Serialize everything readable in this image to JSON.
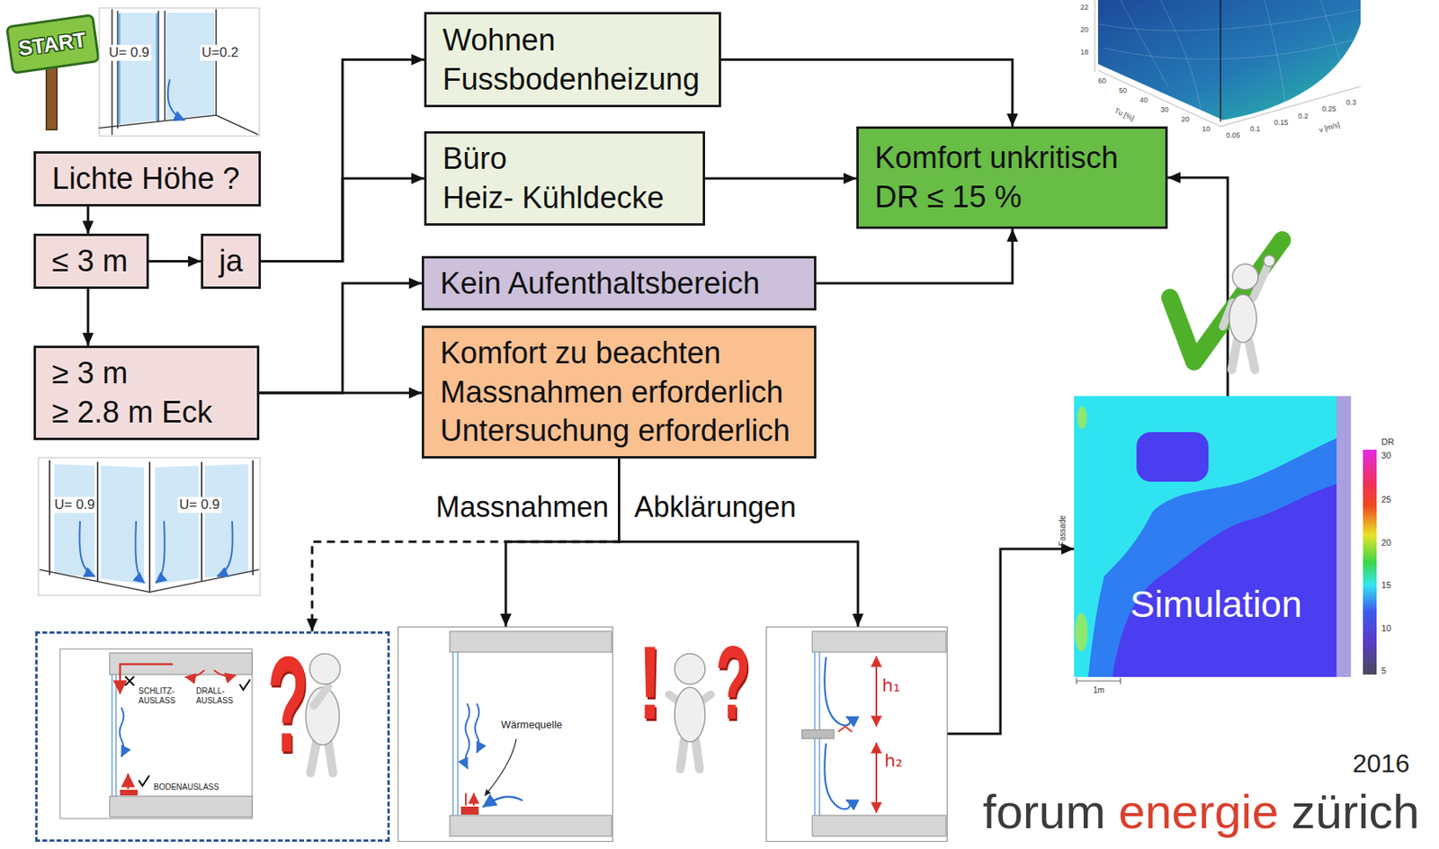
{
  "diagram": {
    "nodes": [
      {
        "text": [
          "Lichte Höhe ?"
        ]
      },
      {
        "text": [
          "≤ 3 m"
        ]
      },
      {
        "text": [
          "ja"
        ]
      },
      {
        "text": [
          "≥ 3 m",
          "≥ 2.8 m Eck"
        ]
      },
      {
        "text": [
          "Wohnen",
          "Fussbodenheizung"
        ]
      },
      {
        "text": [
          "Büro",
          "Heiz- Kühldecke"
        ]
      },
      {
        "text": [
          "Kein Aufenthaltsbereich"
        ]
      },
      {
        "text": [
          "Komfort zu beachten",
          "Massnahmen erforderlich",
          "Untersuchung erforderlich"
        ]
      },
      {
        "text": [
          "Komfort unkritisch",
          "DR ≤ 15 %"
        ]
      },
      {
        "text": [
          "SCHLITZ- AUSLASS",
          "DRALL- AUSLASS",
          "BODENAUSLASS"
        ]
      },
      {
        "text": [
          "Wärmequelle"
        ]
      },
      {
        "text": [
          "h₁",
          "h₂"
        ]
      },
      {
        "text": [
          "Simulation"
        ]
      }
    ],
    "edges": [
      {
        "from": 0,
        "to": 1,
        "arrow": "to"
      },
      {
        "from": 1,
        "to": 2,
        "arrow": "to"
      },
      {
        "from": 1,
        "to": 3,
        "arrow": "to"
      },
      {
        "from": 2,
        "to": 4,
        "arrow": "to"
      },
      {
        "from": 2,
        "to": 5,
        "arrow": "to"
      },
      {
        "from": 3,
        "to": 6,
        "arrow": "to"
      },
      {
        "from": 3,
        "to": 7,
        "arrow": "to"
      },
      {
        "from": 4,
        "to": 8,
        "arrow": "to"
      },
      {
        "from": 5,
        "to": 8,
        "arrow": "to"
      },
      {
        "from": 6,
        "to": 8,
        "arrow": "to"
      },
      {
        "from": 7,
        "to": 9,
        "arrow": "to"
      },
      {
        "from": 7,
        "to": 10,
        "arrow": "to",
        "label": "Massnahmen"
      },
      {
        "from": 7,
        "to": 11,
        "arrow": "to",
        "label": "Abklärungen"
      },
      {
        "from": 11,
        "to": 12,
        "arrow": "to"
      },
      {
        "from": 12,
        "to": 8,
        "arrow": "to"
      }
    ],
    "labels": [
      "START",
      "U= 0.9",
      "U=0.2",
      "U= 0.9",
      "U= 0.9",
      "?",
      "!",
      "?",
      "22",
      "20",
      "18",
      "60",
      "50",
      "40",
      "30",
      "20",
      "10",
      "Tu [%]",
      "0.05",
      "0.1",
      "0.15",
      "0.2",
      "0.25",
      "0.3",
      "v [m/s]",
      "DR",
      "30",
      "25",
      "20",
      "15",
      "10",
      "5",
      "Fassade",
      "1m",
      "2016",
      "forum",
      "energie",
      "zürich"
    ]
  }
}
